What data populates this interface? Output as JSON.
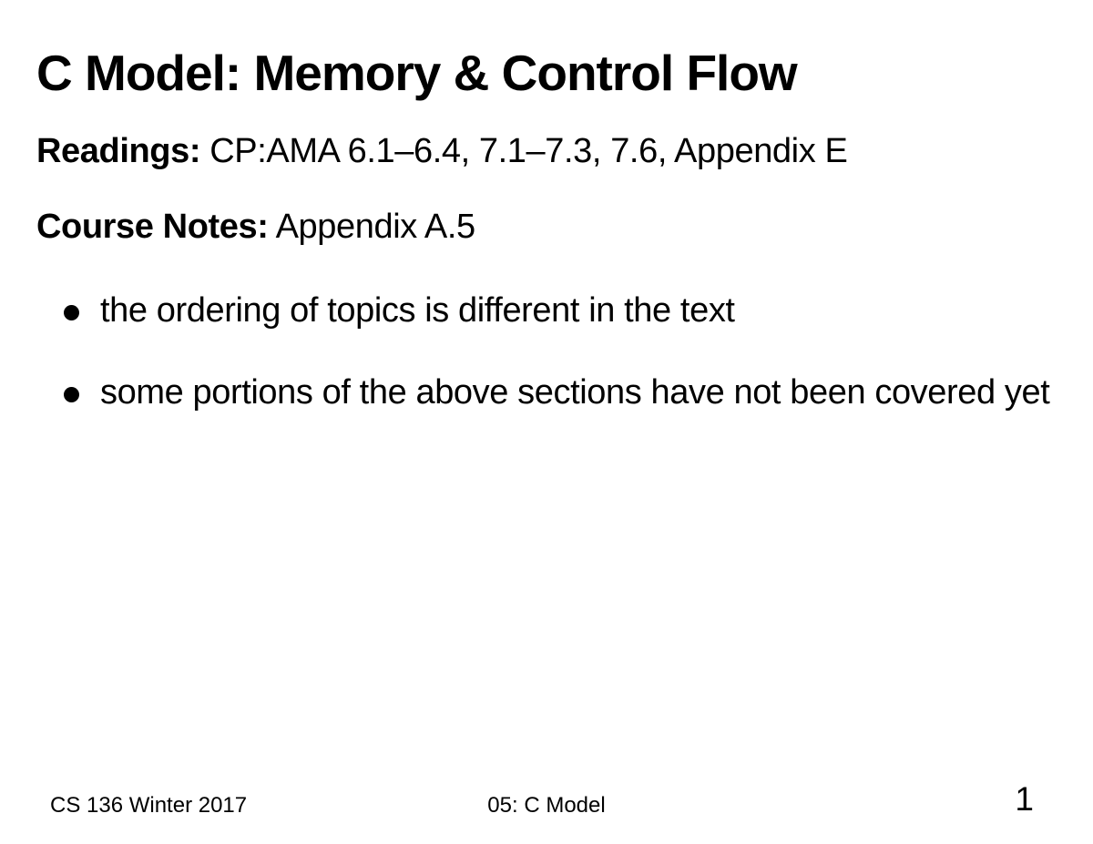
{
  "slide": {
    "title": "C Model: Memory & Control Flow",
    "readings": {
      "label": "Readings:",
      "text": " CP:AMA 6.1–6.4, 7.1–7.3, 7.6, Appendix E"
    },
    "course_notes": {
      "label": "Course Notes:",
      "text": " Appendix A.5"
    },
    "bullets": [
      {
        "text": "the ordering of topics is different in the text"
      },
      {
        "text": "some portions of the above sections have not been covered yet"
      }
    ]
  },
  "footer": {
    "course_code": "CS 136 Winter 2017",
    "lecture_title": "05: C Model",
    "page_number": "1"
  },
  "colors": {
    "background": "#ffffff",
    "text": "#000000"
  }
}
